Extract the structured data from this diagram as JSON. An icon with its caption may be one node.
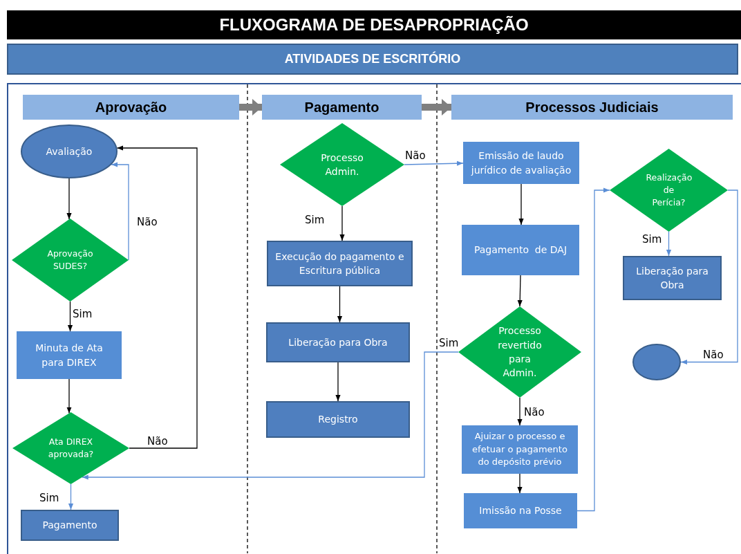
{
  "diagram": {
    "title": "FLUXOGRAMA DE DESAPROPRIAÇÃO",
    "nodes": [
      {
        "text": [
          "ATIVIDADES DE ESCRITÓRIO"
        ]
      },
      {
        "text": [
          "Aprovação"
        ]
      },
      {
        "text": [
          "Pagamento"
        ]
      },
      {
        "text": [
          "Processos Judiciais"
        ]
      },
      {
        "text": [
          "Avaliação"
        ]
      },
      {
        "text": [
          "Aprovação SUDES?"
        ]
      },
      {
        "text": [
          "Minuta de Ata para DIREX"
        ]
      },
      {
        "text": [
          "Ata DIREX aprovada?"
        ]
      },
      {
        "text": [
          "Pagamento"
        ]
      },
      {
        "text": [
          "Processo Admin."
        ]
      },
      {
        "text": [
          "Execução do pagamento e Escritura pública"
        ]
      },
      {
        "text": [
          "Liberação para Obra"
        ]
      },
      {
        "text": [
          "Registro"
        ]
      },
      {
        "text": [
          "Emissão de laudo jurídico de avaliação"
        ]
      },
      {
        "text": [
          "Pagamento  de DAJ"
        ]
      },
      {
        "text": [
          "Processo revertido para Admin."
        ]
      },
      {
        "text": [
          "Ajuizar o processo e efetuar o pagamento do depósito prévio"
        ]
      },
      {
        "text": [
          "Imissão na Posse"
        ]
      },
      {
        "text": [
          "Realização de Perícia?"
        ]
      },
      {
        "text": [
          "Liberação para Obra"
        ]
      },
      {
        "text": [],
        "shape": "circle"
      }
    ],
    "edges": [
      {
        "from": 1,
        "to": 2,
        "arrow": "to",
        "style": "thick",
        "color": "#7f7f7f"
      },
      {
        "from": 2,
        "to": 3,
        "arrow": "to",
        "style": "thick",
        "color": "#7f7f7f"
      },
      {
        "from": 4,
        "to": 5,
        "arrow": "to"
      },
      {
        "from": 5,
        "to": 4,
        "arrow": "to",
        "label": "Não",
        "color": "#5b8ed6"
      },
      {
        "from": 5,
        "to": 6,
        "arrow": "to",
        "label": "Sim"
      },
      {
        "from": 6,
        "to": 7,
        "arrow": "to"
      },
      {
        "from": 7,
        "to": 4,
        "arrow": "to",
        "label": "Não"
      },
      {
        "from": 7,
        "to": 8,
        "arrow": "to",
        "label": "Sim",
        "color": "#5b8ed6"
      },
      {
        "from": 9,
        "to": 13,
        "arrow": "to",
        "label": "Não",
        "color": "#5b8ed6"
      },
      {
        "from": 9,
        "to": 10,
        "arrow": "to",
        "label": "Sim"
      },
      {
        "from": 10,
        "to": 11,
        "arrow": "to"
      },
      {
        "from": 11,
        "to": 12,
        "arrow": "to"
      },
      {
        "from": 13,
        "to": 14,
        "arrow": "to"
      },
      {
        "from": 14,
        "to": 15,
        "arrow": "to"
      },
      {
        "from": 15,
        "to": 7,
        "arrow": "to",
        "label": "Sim",
        "color": "#5b8ed6"
      },
      {
        "from": 15,
        "to": 16,
        "arrow": "to",
        "label": "Não"
      },
      {
        "from": 16,
        "to": 17,
        "arrow": "to"
      },
      {
        "from": 17,
        "to": 18,
        "arrow": "to",
        "color": "#5b8ed6"
      },
      {
        "from": 18,
        "to": 19,
        "arrow": "to",
        "label": "Sim",
        "color": "#5b8ed6"
      },
      {
        "from": 18,
        "to": 20,
        "arrow": "to",
        "label": "Não",
        "color": "#5b8ed6"
      }
    ]
  }
}
